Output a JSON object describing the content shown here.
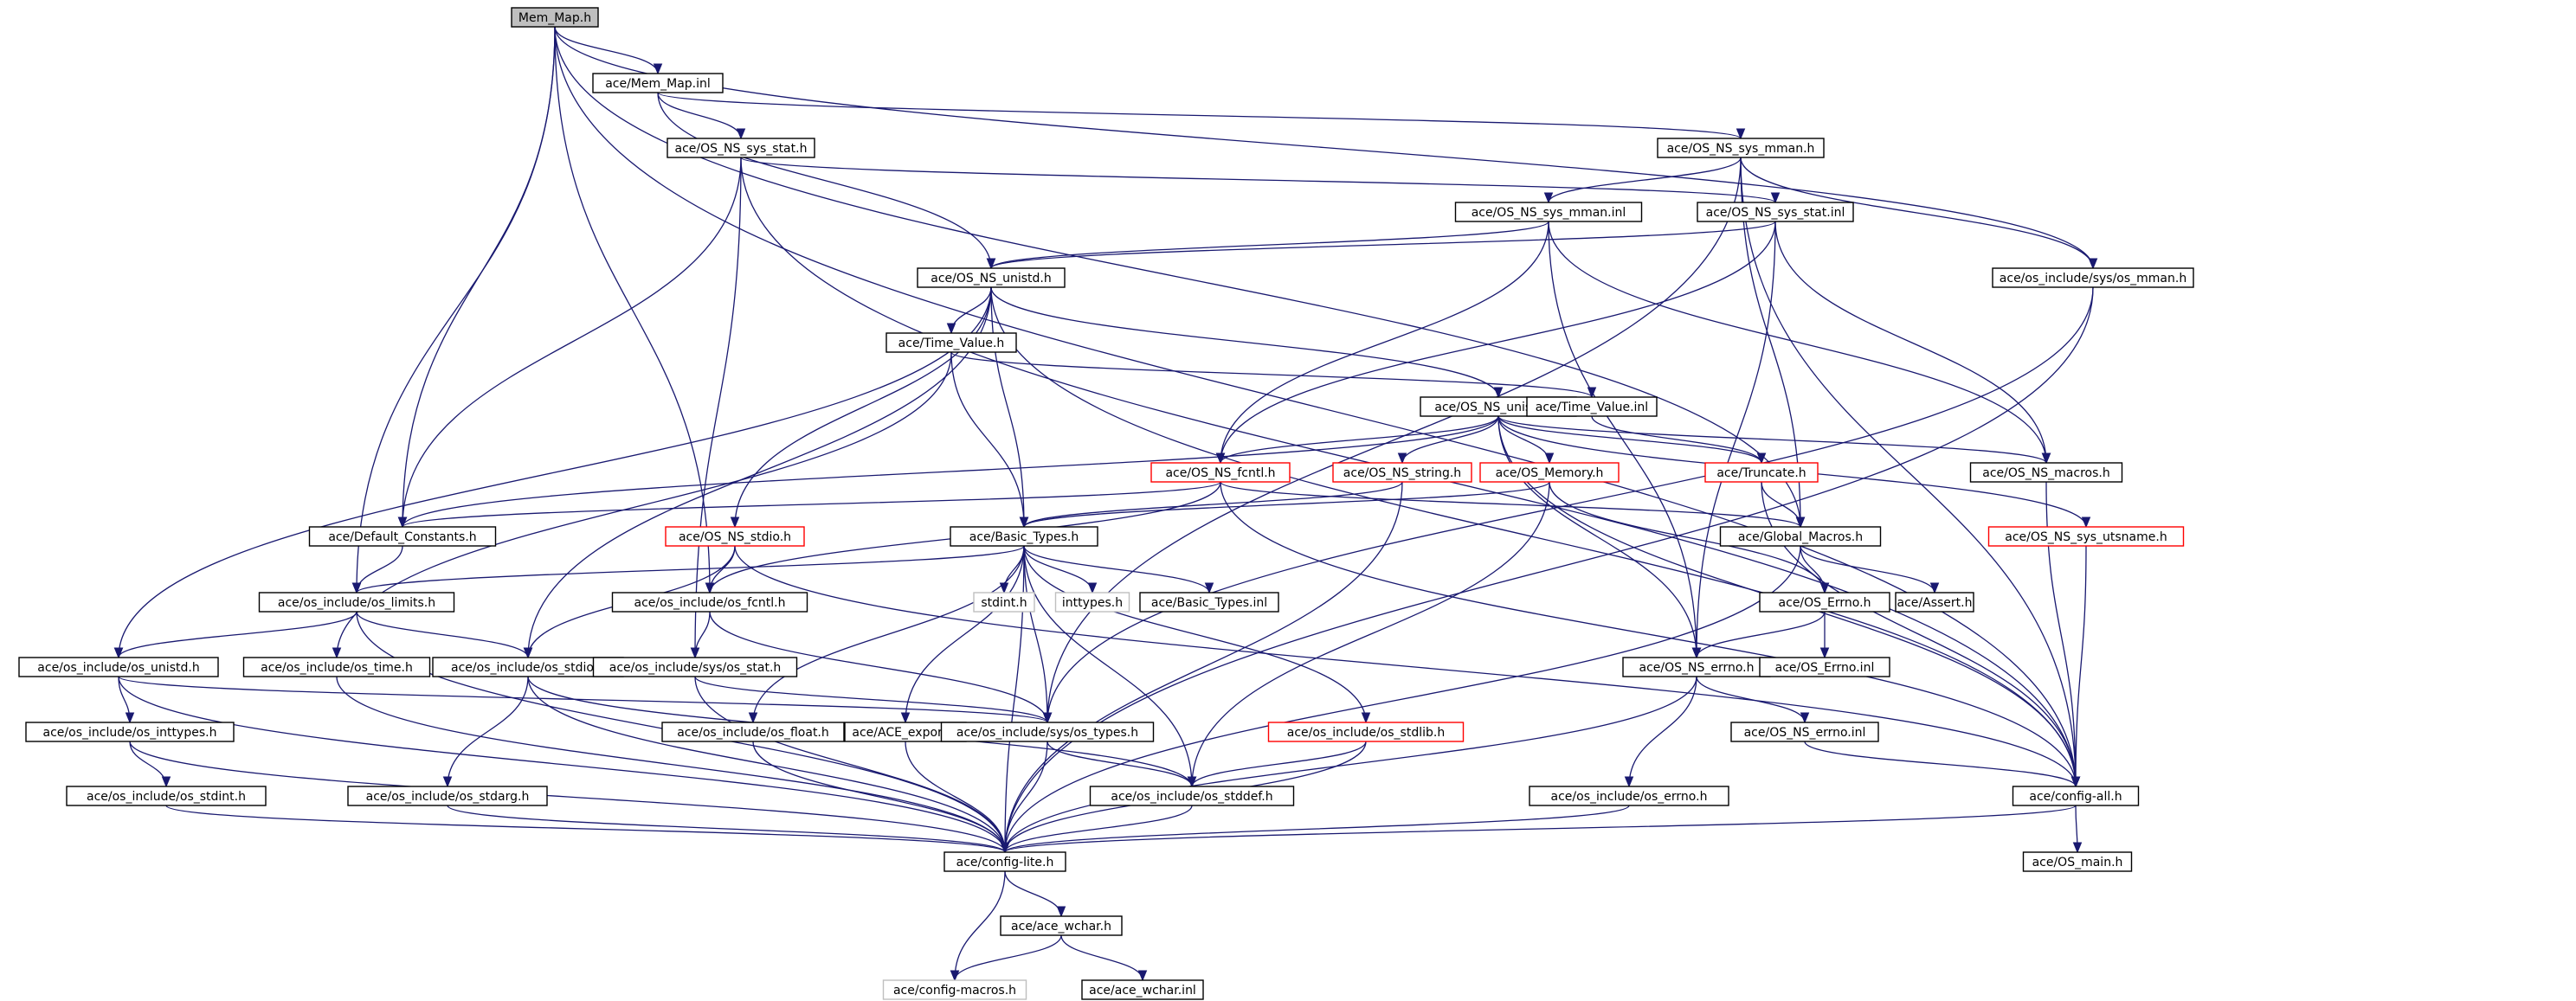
{
  "graph": {
    "title": "Mem_Map.h",
    "colors": {
      "edge": "#191970",
      "node_border": "#000000",
      "truncated_border": "#ff0000",
      "system_border": "#bfbfbf",
      "root_fill": "#bfbfbf"
    },
    "nodes": [
      {
        "id": "mem_map_h",
        "label": "Mem_Map.h",
        "style": "root"
      },
      {
        "id": "mem_map_inl",
        "label": "ace/Mem_Map.inl"
      },
      {
        "id": "os_ns_sys_stat_h",
        "label": "ace/OS_NS_sys_stat.h"
      },
      {
        "id": "os_ns_sys_mman_h",
        "label": "ace/OS_NS_sys_mman.h"
      },
      {
        "id": "os_ns_sys_mman_inl",
        "label": "ace/OS_NS_sys_mman.inl"
      },
      {
        "id": "os_ns_sys_stat_inl",
        "label": "ace/OS_NS_sys_stat.inl"
      },
      {
        "id": "os_ns_unistd_h",
        "label": "ace/OS_NS_unistd.h"
      },
      {
        "id": "sys_os_mman_h",
        "label": "ace/os_include/sys/os_mman.h"
      },
      {
        "id": "time_value_h",
        "label": "ace/Time_Value.h"
      },
      {
        "id": "os_ns_unistd_inl",
        "label": "ace/OS_NS_unistd.inl"
      },
      {
        "id": "time_value_inl",
        "label": "ace/Time_Value.inl"
      },
      {
        "id": "os_ns_fcntl_h",
        "label": "ace/OS_NS_fcntl.h",
        "style": "red"
      },
      {
        "id": "os_ns_string_h",
        "label": "ace/OS_NS_string.h",
        "style": "red"
      },
      {
        "id": "os_memory_h",
        "label": "ace/OS_Memory.h",
        "style": "red"
      },
      {
        "id": "truncate_h",
        "label": "ace/Truncate.h",
        "style": "red"
      },
      {
        "id": "os_ns_macros_h",
        "label": "ace/OS_NS_macros.h"
      },
      {
        "id": "default_constants_h",
        "label": "ace/Default_Constants.h"
      },
      {
        "id": "os_ns_stdio_h",
        "label": "ace/OS_NS_stdio.h",
        "style": "red"
      },
      {
        "id": "basic_types_h",
        "label": "ace/Basic_Types.h"
      },
      {
        "id": "global_macros_h",
        "label": "ace/Global_Macros.h"
      },
      {
        "id": "os_ns_sys_utsname_h",
        "label": "ace/OS_NS_sys_utsname.h",
        "style": "red"
      },
      {
        "id": "os_limits_h",
        "label": "ace/os_include/os_limits.h"
      },
      {
        "id": "os_fcntl_h",
        "label": "ace/os_include/os_fcntl.h"
      },
      {
        "id": "stdint_h",
        "label": "stdint.h",
        "style": "gray"
      },
      {
        "id": "inttypes_h",
        "label": "inttypes.h",
        "style": "gray"
      },
      {
        "id": "basic_types_inl",
        "label": "ace/Basic_Types.inl"
      },
      {
        "id": "os_errno_h",
        "label": "ace/OS_Errno.h"
      },
      {
        "id": "assert_h",
        "label": "ace/Assert.h"
      },
      {
        "id": "os_unistd_h",
        "label": "ace/os_include/os_unistd.h"
      },
      {
        "id": "os_time_h",
        "label": "ace/os_include/os_time.h"
      },
      {
        "id": "os_stdio_h",
        "label": "ace/os_include/os_stdio.h"
      },
      {
        "id": "sys_os_stat_h",
        "label": "ace/os_include/sys/os_stat.h"
      },
      {
        "id": "os_ns_errno_h",
        "label": "ace/OS_NS_errno.h"
      },
      {
        "id": "os_errno_inl",
        "label": "ace/OS_Errno.inl"
      },
      {
        "id": "os_inttypes_h",
        "label": "ace/os_include/os_inttypes.h"
      },
      {
        "id": "os_float_h",
        "label": "ace/os_include/os_float.h"
      },
      {
        "id": "ace_export_h",
        "label": "ace/ACE_export.h"
      },
      {
        "id": "sys_os_types_h",
        "label": "ace/os_include/sys/os_types.h"
      },
      {
        "id": "os_stdlib_h",
        "label": "ace/os_include/os_stdlib.h",
        "style": "red"
      },
      {
        "id": "os_ns_errno_inl",
        "label": "ace/OS_NS_errno.inl"
      },
      {
        "id": "os_stdint_h",
        "label": "ace/os_include/os_stdint.h"
      },
      {
        "id": "os_stdarg_h",
        "label": "ace/os_include/os_stdarg.h"
      },
      {
        "id": "os_stddef_h",
        "label": "ace/os_include/os_stddef.h"
      },
      {
        "id": "os_include_errno_h",
        "label": "ace/os_include/os_errno.h"
      },
      {
        "id": "config_all_h",
        "label": "ace/config-all.h"
      },
      {
        "id": "config_lite_h",
        "label": "ace/config-lite.h"
      },
      {
        "id": "os_main_h",
        "label": "ace/OS_main.h"
      },
      {
        "id": "ace_wchar_h",
        "label": "ace/ace_wchar.h"
      },
      {
        "id": "config_macros_h",
        "label": "ace/config-macros.h",
        "style": "gray"
      },
      {
        "id": "ace_wchar_inl",
        "label": "ace/ace_wchar.inl"
      }
    ],
    "edges": [
      [
        "mem_map_h",
        "mem_map_inl"
      ],
      [
        "mem_map_h",
        "default_constants_h"
      ],
      [
        "mem_map_h",
        "os_limits_h"
      ],
      [
        "mem_map_h",
        "os_fcntl_h"
      ],
      [
        "mem_map_h",
        "sys_os_mman_h"
      ],
      [
        "mem_map_h",
        "global_macros_h"
      ],
      [
        "mem_map_h",
        "config_all_h"
      ],
      [
        "mem_map_inl",
        "os_ns_sys_stat_h"
      ],
      [
        "mem_map_inl",
        "os_ns_sys_mman_h"
      ],
      [
        "mem_map_inl",
        "os_ns_unistd_h"
      ],
      [
        "os_ns_sys_stat_h",
        "os_ns_sys_stat_inl"
      ],
      [
        "os_ns_sys_stat_h",
        "default_constants_h"
      ],
      [
        "os_ns_sys_stat_h",
        "sys_os_stat_h"
      ],
      [
        "os_ns_sys_stat_h",
        "config_all_h"
      ],
      [
        "os_ns_sys_mman_h",
        "os_ns_sys_mman_inl"
      ],
      [
        "os_ns_sys_mman_h",
        "sys_os_mman_h"
      ],
      [
        "os_ns_sys_mman_h",
        "sys_os_types_h"
      ],
      [
        "os_ns_sys_mman_h",
        "global_macros_h"
      ],
      [
        "os_ns_sys_mman_h",
        "config_all_h"
      ],
      [
        "os_ns_sys_mman_inl",
        "os_ns_unistd_h"
      ],
      [
        "os_ns_sys_mman_inl",
        "os_ns_fcntl_h"
      ],
      [
        "os_ns_sys_mman_inl",
        "os_ns_macros_h"
      ],
      [
        "os_ns_sys_mman_inl",
        "os_ns_errno_h"
      ],
      [
        "os_ns_sys_stat_inl",
        "os_ns_unistd_h"
      ],
      [
        "os_ns_sys_stat_inl",
        "os_ns_fcntl_h"
      ],
      [
        "os_ns_sys_stat_inl",
        "os_ns_macros_h"
      ],
      [
        "os_ns_sys_stat_inl",
        "os_ns_errno_h"
      ],
      [
        "os_ns_unistd_h",
        "time_value_h"
      ],
      [
        "os_ns_unistd_h",
        "os_ns_unistd_inl"
      ],
      [
        "os_ns_unistd_h",
        "basic_types_h"
      ],
      [
        "os_ns_unistd_h",
        "os_ns_stdio_h"
      ],
      [
        "os_ns_unistd_h",
        "os_unistd_h"
      ],
      [
        "os_ns_unistd_h",
        "os_stdio_h"
      ],
      [
        "os_ns_unistd_h",
        "config_all_h"
      ],
      [
        "sys_os_mman_h",
        "sys_os_types_h"
      ],
      [
        "sys_os_mman_h",
        "config_lite_h"
      ],
      [
        "time_value_h",
        "time_value_inl"
      ],
      [
        "time_value_h",
        "basic_types_h"
      ],
      [
        "time_value_h",
        "os_time_h"
      ],
      [
        "os_ns_unistd_inl",
        "os_ns_fcntl_h"
      ],
      [
        "os_ns_unistd_inl",
        "os_ns_string_h"
      ],
      [
        "os_ns_unistd_inl",
        "os_memory_h"
      ],
      [
        "os_ns_unistd_inl",
        "truncate_h"
      ],
      [
        "os_ns_unistd_inl",
        "os_ns_macros_h"
      ],
      [
        "os_ns_unistd_inl",
        "default_constants_h"
      ],
      [
        "os_ns_unistd_inl",
        "os_ns_sys_utsname_h"
      ],
      [
        "os_ns_unistd_inl",
        "os_ns_errno_h"
      ],
      [
        "os_ns_unistd_inl",
        "config_all_h"
      ],
      [
        "time_value_inl",
        "truncate_h"
      ],
      [
        "os_ns_fcntl_h",
        "os_fcntl_h"
      ],
      [
        "os_ns_fcntl_h",
        "default_constants_h"
      ],
      [
        "os_ns_fcntl_h",
        "global_macros_h"
      ],
      [
        "os_ns_fcntl_h",
        "config_all_h"
      ],
      [
        "os_ns_string_h",
        "basic_types_h"
      ],
      [
        "os_ns_string_h",
        "config_lite_h"
      ],
      [
        "os_memory_h",
        "basic_types_h"
      ],
      [
        "os_memory_h",
        "os_errno_h"
      ],
      [
        "os_memory_h",
        "os_stddef_h"
      ],
      [
        "truncate_h",
        "global_macros_h"
      ],
      [
        "truncate_h",
        "config_all_h"
      ],
      [
        "os_ns_macros_h",
        "config_all_h"
      ],
      [
        "default_constants_h",
        "os_limits_h"
      ],
      [
        "os_ns_stdio_h",
        "os_fcntl_h"
      ],
      [
        "os_ns_stdio_h",
        "os_stdio_h"
      ],
      [
        "os_ns_stdio_h",
        "config_all_h"
      ],
      [
        "basic_types_h",
        "stdint_h"
      ],
      [
        "basic_types_h",
        "inttypes_h"
      ],
      [
        "basic_types_h",
        "basic_types_inl"
      ],
      [
        "basic_types_h",
        "os_limits_h"
      ],
      [
        "basic_types_h",
        "os_float_h"
      ],
      [
        "basic_types_h",
        "ace_export_h"
      ],
      [
        "basic_types_h",
        "sys_os_types_h"
      ],
      [
        "basic_types_h",
        "os_stdlib_h"
      ],
      [
        "basic_types_h",
        "os_stddef_h"
      ],
      [
        "basic_types_h",
        "config_lite_h"
      ],
      [
        "global_macros_h",
        "os_errno_h"
      ],
      [
        "global_macros_h",
        "assert_h"
      ],
      [
        "global_macros_h",
        "config_lite_h"
      ],
      [
        "os_ns_sys_utsname_h",
        "config_all_h"
      ],
      [
        "os_limits_h",
        "os_unistd_h"
      ],
      [
        "os_limits_h",
        "os_stdio_h"
      ],
      [
        "os_limits_h",
        "config_lite_h"
      ],
      [
        "os_fcntl_h",
        "sys_os_stat_h"
      ],
      [
        "os_fcntl_h",
        "sys_os_types_h"
      ],
      [
        "os_errno_h",
        "os_ns_errno_h"
      ],
      [
        "os_errno_h",
        "os_errno_inl"
      ],
      [
        "os_unistd_h",
        "os_inttypes_h"
      ],
      [
        "os_unistd_h",
        "sys_os_types_h"
      ],
      [
        "os_unistd_h",
        "config_lite_h"
      ],
      [
        "os_time_h",
        "config_lite_h"
      ],
      [
        "os_stdio_h",
        "os_stdarg_h"
      ],
      [
        "os_stdio_h",
        "os_stddef_h"
      ],
      [
        "os_stdio_h",
        "config_lite_h"
      ],
      [
        "sys_os_stat_h",
        "sys_os_types_h"
      ],
      [
        "sys_os_stat_h",
        "config_lite_h"
      ],
      [
        "os_ns_errno_h",
        "os_ns_errno_inl"
      ],
      [
        "os_ns_errno_h",
        "os_include_errno_h"
      ],
      [
        "os_ns_errno_h",
        "config_lite_h"
      ],
      [
        "os_ns_errno_inl",
        "config_all_h"
      ],
      [
        "os_inttypes_h",
        "os_stdint_h"
      ],
      [
        "os_inttypes_h",
        "config_lite_h"
      ],
      [
        "os_float_h",
        "config_lite_h"
      ],
      [
        "ace_export_h",
        "config_lite_h"
      ],
      [
        "sys_os_types_h",
        "os_stddef_h"
      ],
      [
        "sys_os_types_h",
        "config_lite_h"
      ],
      [
        "os_stdlib_h",
        "os_stddef_h"
      ],
      [
        "os_stdlib_h",
        "config_lite_h"
      ],
      [
        "os_stdint_h",
        "config_lite_h"
      ],
      [
        "os_stdarg_h",
        "config_lite_h"
      ],
      [
        "os_stddef_h",
        "config_lite_h"
      ],
      [
        "os_include_errno_h",
        "config_lite_h"
      ],
      [
        "config_all_h",
        "config_lite_h"
      ],
      [
        "config_all_h",
        "os_main_h"
      ],
      [
        "config_lite_h",
        "ace_wchar_h"
      ],
      [
        "config_lite_h",
        "config_macros_h"
      ],
      [
        "ace_wchar_h",
        "config_macros_h"
      ],
      [
        "ace_wchar_h",
        "ace_wchar_inl"
      ]
    ]
  }
}
